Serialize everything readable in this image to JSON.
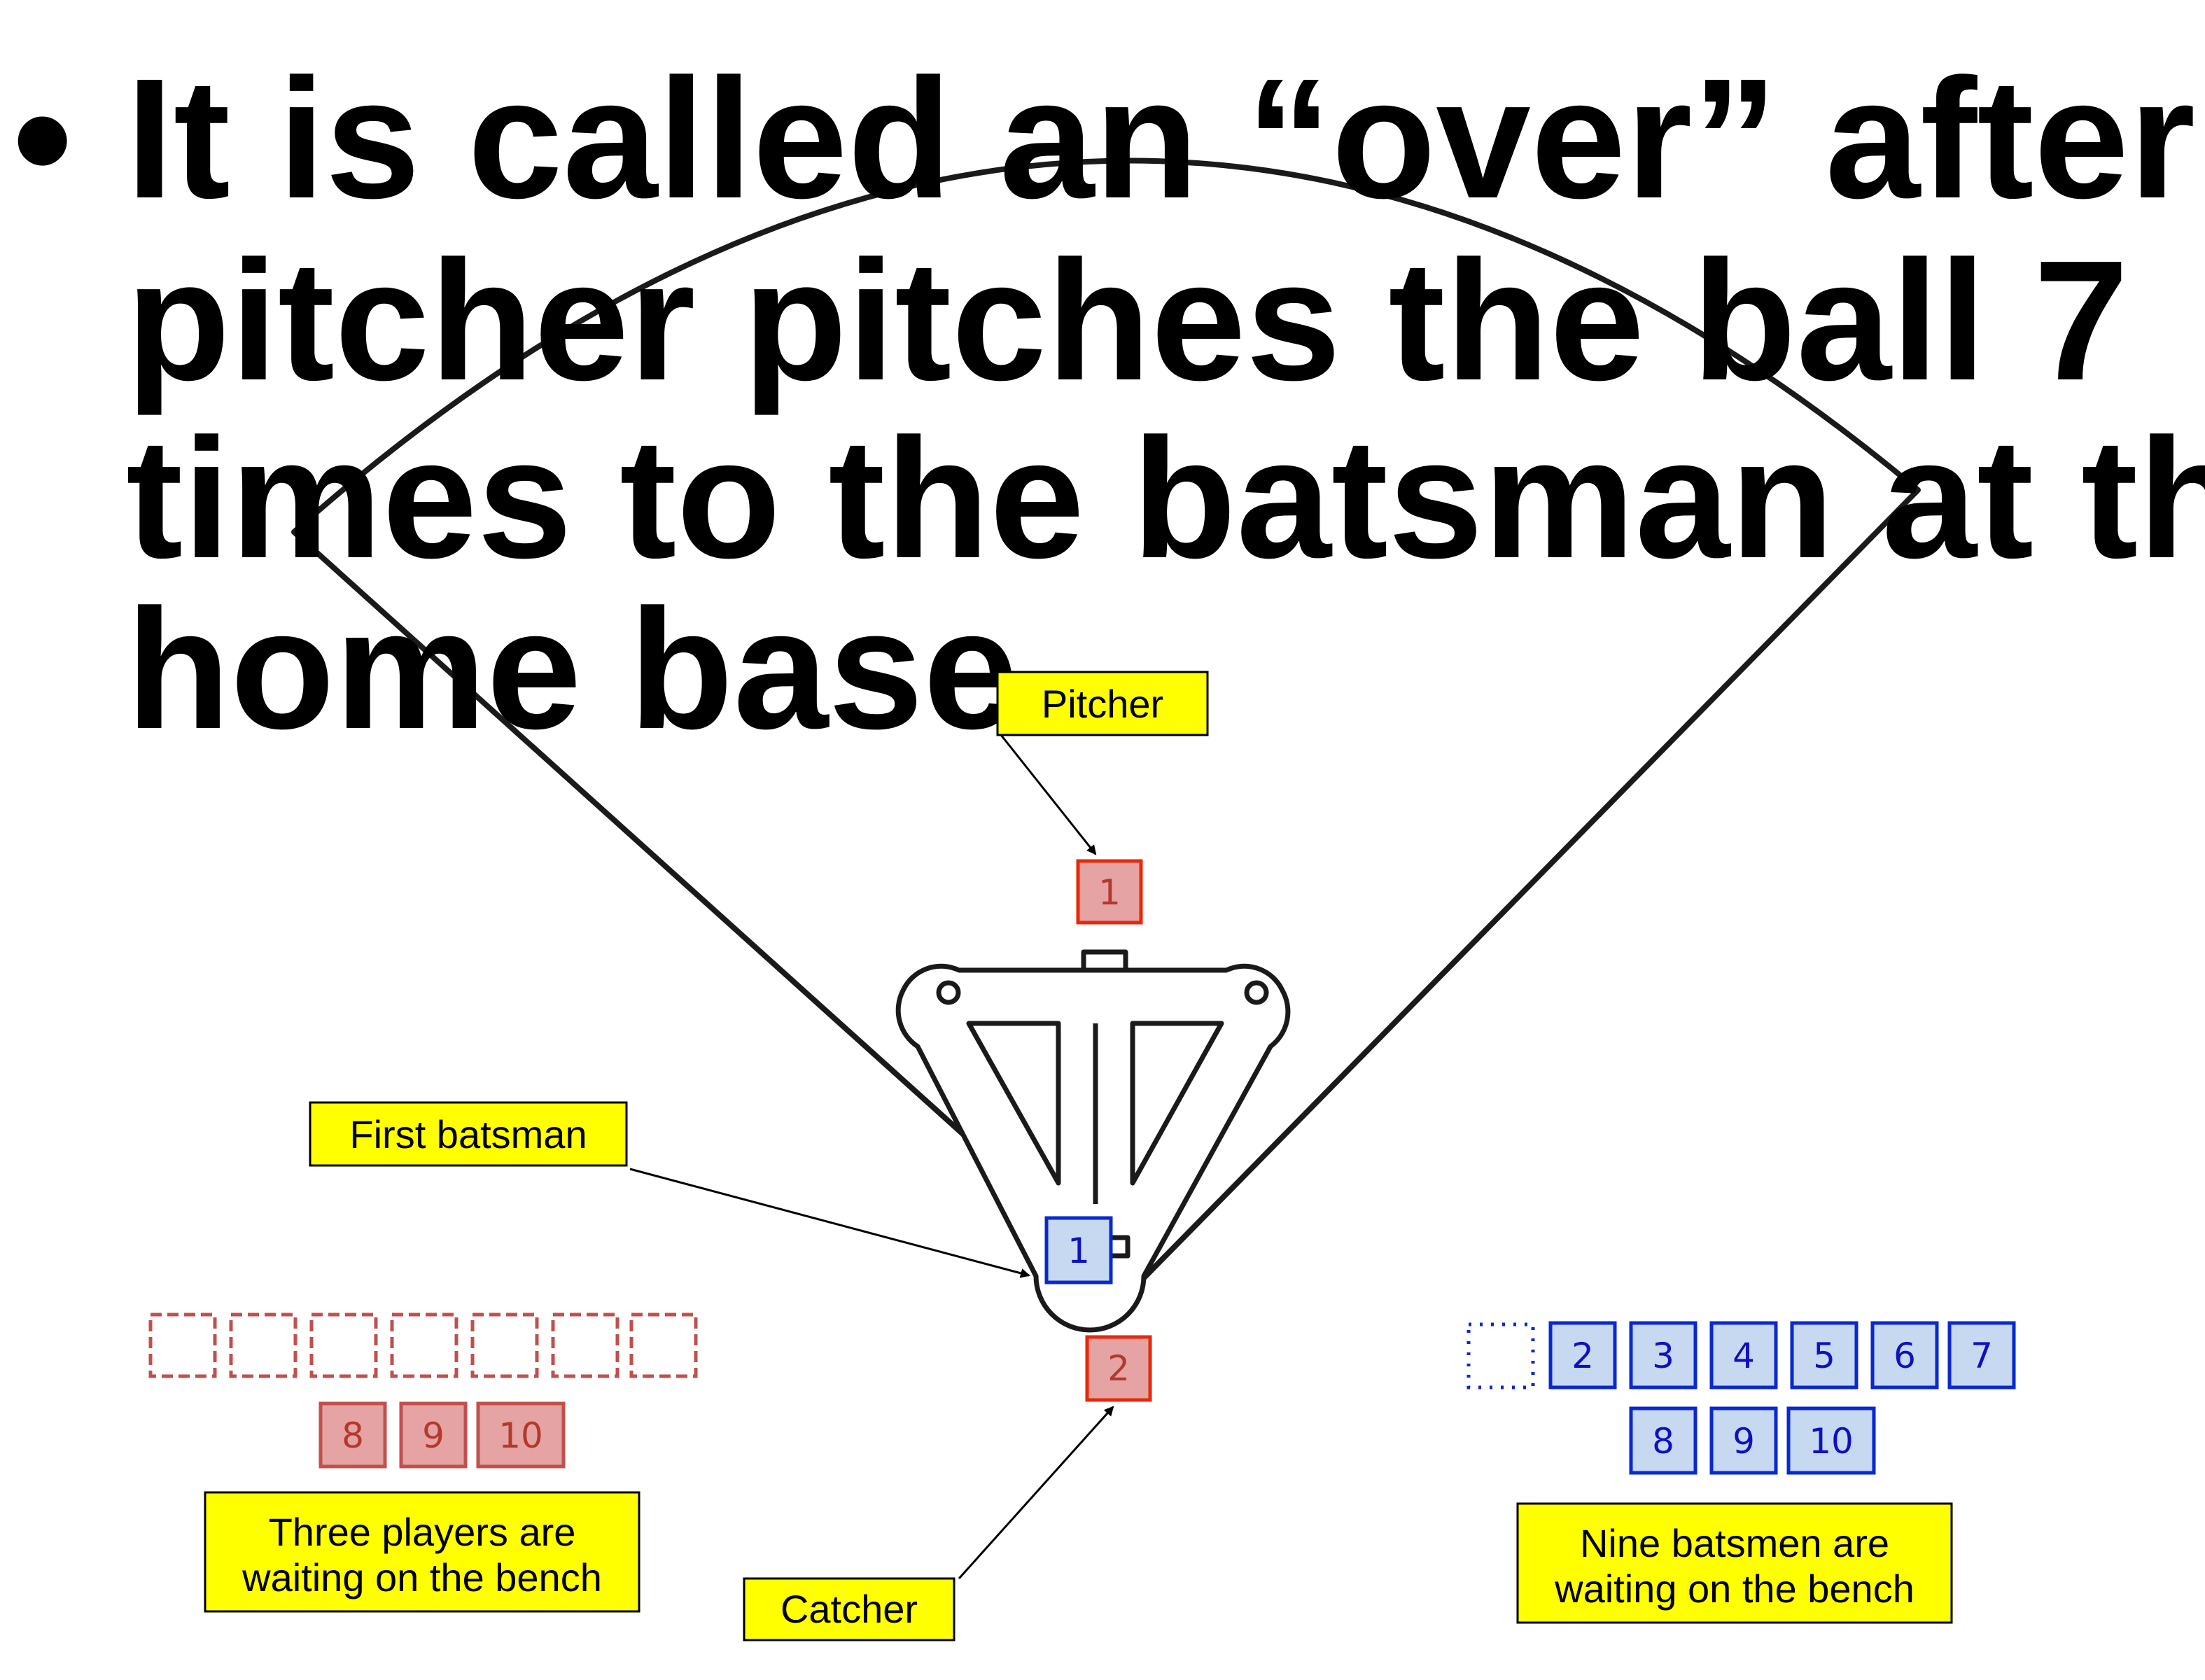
{
  "slide": {
    "bullet_symbol": "•",
    "bullet_lines": [
      "It is called an “over” after the",
      "pitcher pitches the ball 7",
      "times to the batsman at the",
      "home base."
    ]
  },
  "callouts": {
    "pitcher": "Pitcher",
    "first_batsman": "First batsman",
    "catcher": "Catcher",
    "fielding_bench": [
      "Three players are",
      "waiting on the bench"
    ],
    "batting_bench": [
      "Nine batsmen are",
      "waiting on the bench"
    ]
  },
  "fielding_team": {
    "pitcher_number": "1",
    "catcher_number": "2",
    "empty_slot_count": 7,
    "bench": [
      "8",
      "9",
      "10"
    ]
  },
  "batting_team": {
    "batsman_number": "1",
    "empty_slot_count": 1,
    "bench_row1": [
      "2",
      "3",
      "4",
      "5",
      "6",
      "7"
    ],
    "bench_row2": [
      "8",
      "9",
      "10"
    ]
  },
  "colors": {
    "callout_fill": "#FFFF00",
    "fielding_fill": "#E6A3A3",
    "fielding_stroke": "#E8280A",
    "fielding_text": "#B03A2E",
    "fielding_dashed": "#C0504D",
    "batting_fill": "#C6D9F1",
    "batting_stroke": "#0A28D0",
    "batting_text": "#1010C0",
    "outline": "#000000"
  }
}
